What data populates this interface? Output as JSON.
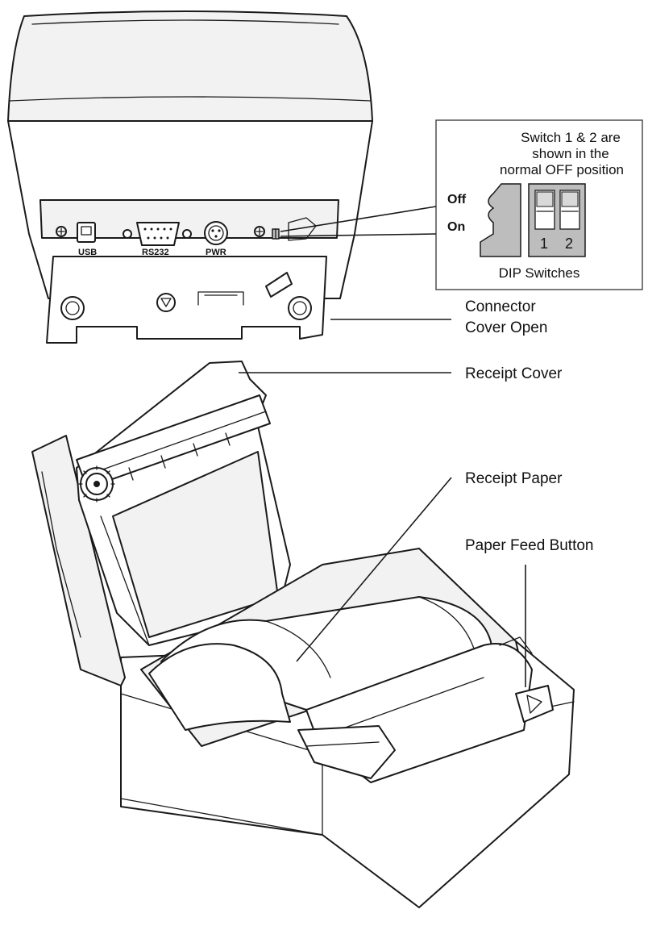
{
  "ports": {
    "usb": "USB",
    "rs232": "RS232",
    "pwr": "PWR"
  },
  "dip_inset": {
    "note_line1": "Switch 1 & 2 are",
    "note_line2": "shown in the",
    "note_line3": "normal OFF position",
    "off_label": "Off",
    "on_label": "On",
    "switch_1": "1",
    "switch_2": "2",
    "caption": "DIP Switches"
  },
  "callouts": {
    "connector_cover_line1": "Connector",
    "connector_cover_line2": "Cover Open",
    "receipt_cover": "Receipt Cover",
    "receipt_paper": "Receipt Paper",
    "paper_feed_button": "Paper Feed Button"
  },
  "colors": {
    "line": "#1a1a1a",
    "switch_gray": "#bdbdbd",
    "body_fill": "#f2f2f2"
  }
}
